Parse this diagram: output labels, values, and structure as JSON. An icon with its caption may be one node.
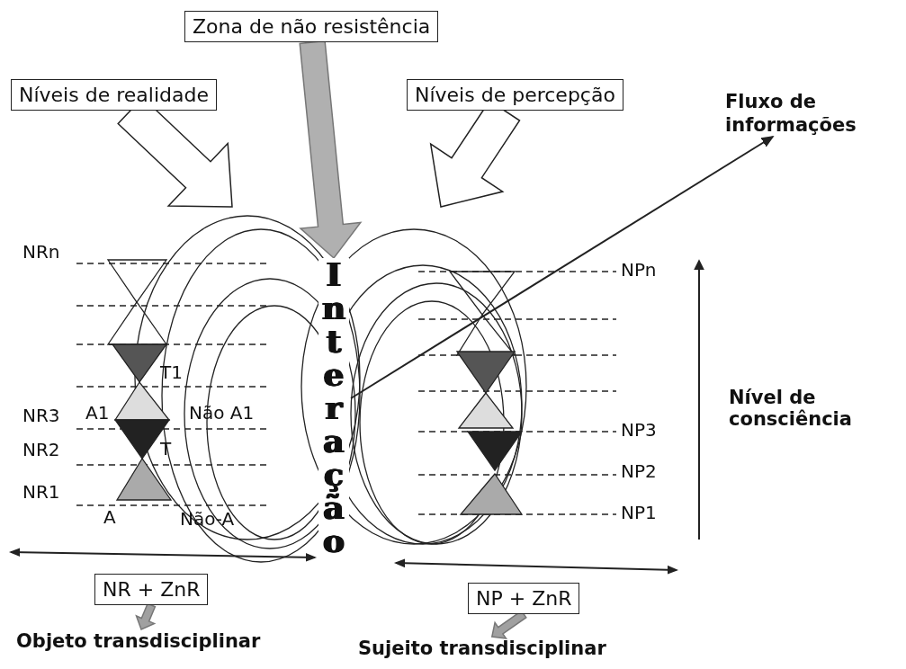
{
  "diagram": {
    "nodes": [
      {
        "text": [
          "Zona de não resistência"
        ]
      },
      {
        "text": [
          "Níveis de realidade"
        ]
      },
      {
        "text": [
          "Níveis de percepção"
        ]
      },
      {
        "text": [
          "Fluxo de informações"
        ]
      },
      {
        "text": [
          "NR + ZnR"
        ]
      },
      {
        "text": [
          "Objeto transdisciplinar"
        ]
      },
      {
        "text": [
          "NP + ZnR"
        ]
      },
      {
        "text": [
          "Sujeito transdisciplinar"
        ]
      },
      {
        "text": [
          "Interação"
        ]
      }
    ],
    "edges": [
      {
        "from": 0,
        "to": 8,
        "arrow": "to",
        "style": "thick",
        "color": "#b0b0b0"
      },
      {
        "from": 1,
        "to": null,
        "arrow": "to",
        "style": "thick"
      },
      {
        "from": 2,
        "to": null,
        "arrow": "to",
        "style": "thick"
      },
      {
        "from": 8,
        "to": 3,
        "arrow": "to"
      },
      {
        "from": 4,
        "to": 5,
        "arrow": "to",
        "style": "thick",
        "color": "#a0a0a0"
      },
      {
        "from": 6,
        "to": 7,
        "arrow": "to",
        "style": "thick",
        "color": "#a0a0a0"
      }
    ],
    "labels": [
      "NRn",
      "NPn",
      "T1",
      "Nível de consciência",
      "NR3",
      "A1",
      "Não A1",
      "NP3",
      "NR2",
      "T",
      "NP2",
      "NR1",
      "A",
      "Não-A",
      "NP1"
    ]
  }
}
